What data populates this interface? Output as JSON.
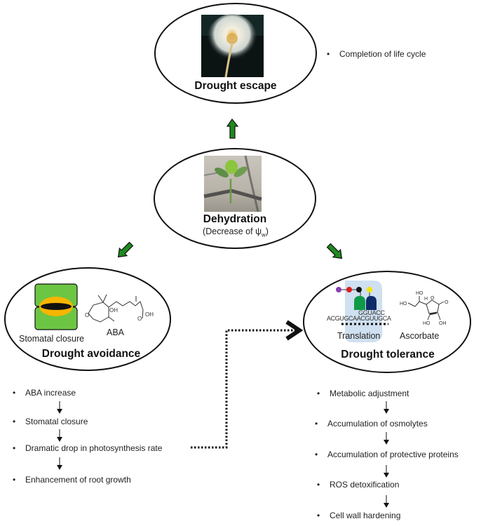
{
  "diagram": {
    "nodes": {
      "escape": {
        "title": "Drought escape",
        "photo": "dandelion-seed-head-photo",
        "bullets": [
          "Completion of life cycle"
        ]
      },
      "dehydration": {
        "title": "Dehydration",
        "subtitle_prefix": "(Decrease of ",
        "subtitle_symbol": "ψ",
        "subtitle_subscript": "w",
        "subtitle_suffix": ")",
        "photo": "seedling-in-cracked-soil-photo"
      },
      "avoidance": {
        "title": "Drought avoidance",
        "illustrations": [
          {
            "name": "stomata-diagram",
            "label": "Stomatal closure"
          },
          {
            "name": "aba-structure",
            "label": "ABA",
            "chem_labels": [
              "OH",
              "O",
              "O",
              "OH"
            ]
          }
        ],
        "bullets": [
          "ABA increase",
          "Stomatal closure",
          "Dramatic drop in photosynthesis rate",
          "Enhancement of root growth"
        ]
      },
      "tolerance": {
        "title": "Drought tolerance",
        "illustrations": [
          {
            "name": "translation-diagram",
            "label": "Translation",
            "anticodon": "GGUACC",
            "mrna": "ACGUGCAACGUUGCA"
          },
          {
            "name": "ascorbate-structure",
            "label": "Ascorbate",
            "chem_labels": [
              "HO",
              "HO",
              "H",
              "O",
              "O",
              "HO",
              "OH"
            ]
          }
        ],
        "bullets": [
          "Metabolic adjustment",
          "Accumulation of osmolytes",
          "Accumulation of protective proteins",
          "ROS detoxification",
          "Cell wall hardening"
        ]
      }
    },
    "edges": [
      {
        "from": "dehydration",
        "to": "escape",
        "style": "green-block-arrow"
      },
      {
        "from": "dehydration",
        "to": "avoidance",
        "style": "green-block-arrow"
      },
      {
        "from": "dehydration",
        "to": "tolerance",
        "style": "green-block-arrow"
      },
      {
        "from": "avoidance.bullets.2",
        "to": "tolerance",
        "style": "dotted-arrow"
      }
    ],
    "bullet_char": "•",
    "colors": {
      "arrow_green": "#1f8a1f",
      "guard_cell_green": "#6cc644",
      "pore_yellow": "#f7b500",
      "ribosome_bg": "#cfe0f0",
      "trna_green": "#0f9a4a",
      "trna_navy": "#0d2a6b",
      "aa_purple": "#8a3fb0",
      "aa_red": "#e01b1b",
      "aa_black": "#111111",
      "aa_yellow": "#f3e60c"
    }
  }
}
